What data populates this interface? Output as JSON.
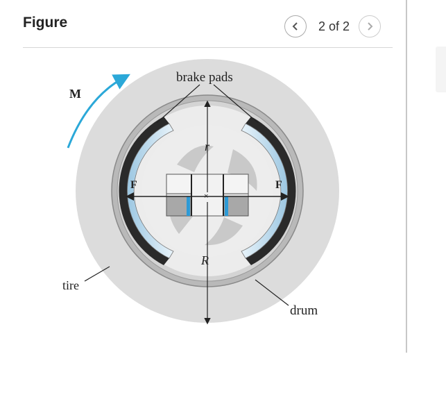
{
  "header": {
    "title": "Figure",
    "page_indicator": "2 of 2"
  },
  "icons": {
    "prev": "chevron-left-icon",
    "next": "chevron-right-icon"
  },
  "colors": {
    "moment_arrow": "#2ba8d8",
    "pad_black": "#2a2a2a",
    "pad_blue": "#b5d6ea",
    "tire": "#dcdcdc",
    "drum": "#b8b8b8"
  },
  "diagram": {
    "label_moment": "M",
    "label_brake_pads": "brake pads",
    "label_radius_small": "r",
    "label_radius_large": "R",
    "label_force_left": "F",
    "label_force_right": "F",
    "label_tire": "tire",
    "label_drum": "drum"
  }
}
